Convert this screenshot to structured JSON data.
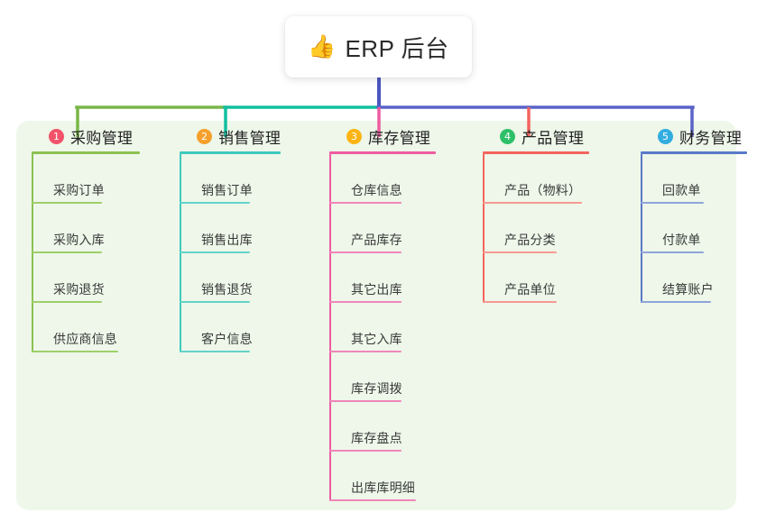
{
  "title": {
    "icon": "thumbs-up-emoji",
    "emoji": "👍",
    "text": "ERP 后台"
  },
  "colors": {
    "panel_bg": "#eef7e9",
    "page_bg": "#ffffff",
    "stem": "#4a57bf",
    "bus_left": "#7ab648",
    "bus_mid": "#12bfa0",
    "bus_right": "#5a63c8"
  },
  "branches": [
    {
      "index": "1",
      "title": "采购管理",
      "badge_color": "#f2536a",
      "line_color": "#8cc152",
      "drop_color": "#7ab648",
      "rule_width": 120,
      "items": [
        {
          "label": "采购订单",
          "rule_width": 78
        },
        {
          "label": "采购入库",
          "rule_width": 78
        },
        {
          "label": "采购退货",
          "rule_width": 78
        },
        {
          "label": "供应商信息",
          "rule_width": 96
        }
      ]
    },
    {
      "index": "2",
      "title": "销售管理",
      "badge_color": "#f5a02c",
      "line_color": "#3fc9bd",
      "drop_color": "#12bfa0",
      "rule_width": 112,
      "items": [
        {
          "label": "销售订单",
          "rule_width": 78
        },
        {
          "label": "销售出库",
          "rule_width": 78
        },
        {
          "label": "销售退货",
          "rule_width": 78
        },
        {
          "label": "客户信息",
          "rule_width": 78
        }
      ]
    },
    {
      "index": "3",
      "title": "库存管理",
      "badge_color": "#fcb414",
      "line_color": "#ee5ba0",
      "drop_color": "#ee5ba0",
      "rule_width": 118,
      "items": [
        {
          "label": "仓库信息",
          "rule_width": 80
        },
        {
          "label": "产品库存",
          "rule_width": 80
        },
        {
          "label": "其它出库",
          "rule_width": 80
        },
        {
          "label": "其它入库",
          "rule_width": 80
        },
        {
          "label": "库存调拨",
          "rule_width": 80
        },
        {
          "label": "库存盘点",
          "rule_width": 80
        },
        {
          "label": "出库库明细",
          "rule_width": 96
        }
      ]
    },
    {
      "index": "4",
      "title": "产品管理",
      "badge_color": "#2fc06a",
      "line_color": "#f4645f",
      "drop_color": "#f4645f",
      "rule_width": 118,
      "items": [
        {
          "label": "产品（物料）",
          "rule_width": 110
        },
        {
          "label": "产品分类",
          "rule_width": 82
        },
        {
          "label": "产品单位",
          "rule_width": 82
        }
      ]
    },
    {
      "index": "5",
      "title": "财务管理",
      "badge_color": "#32ade0",
      "line_color": "#5a79c8",
      "drop_color": "#5a63c8",
      "rule_width": 118,
      "items": [
        {
          "label": "回款单",
          "rule_width": 70
        },
        {
          "label": "付款单",
          "rule_width": 70
        },
        {
          "label": "结算账户",
          "rule_width": 78
        }
      ]
    }
  ]
}
